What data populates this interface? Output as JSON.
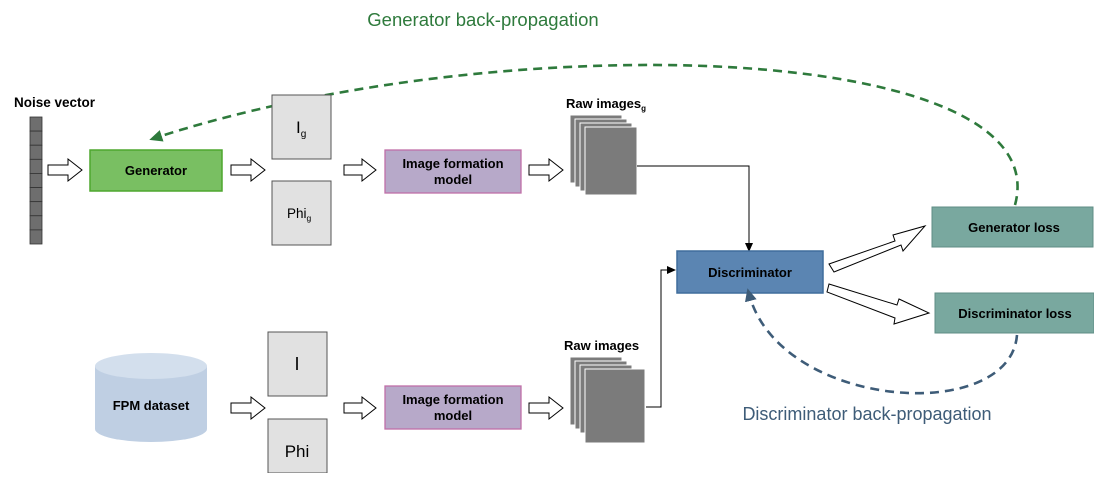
{
  "top_feedback_label": "Generator back-propagation",
  "bottom_feedback_label": "Discriminator back-propagation",
  "noise_vector_label": "Noise vector",
  "generator_label": "Generator",
  "ig_label": "I",
  "ig_subscript": "g",
  "phig_label": "Phi",
  "phig_subscript": "g",
  "image_formation_top": [
    "Image formation",
    "model"
  ],
  "raw_images_g_label": "Raw images",
  "raw_images_g_subscript": "g",
  "discriminator_label": "Discriminator",
  "generator_loss_label": "Generator loss",
  "discriminator_loss_label": "Discriminator loss",
  "fpm_dataset_label": "FPM dataset",
  "i_label": "I",
  "phi_label": "Phi",
  "image_formation_bottom": [
    "Image formation",
    "model"
  ],
  "raw_images_label": "Raw images",
  "colors": {
    "generator_fill": "#79bf62",
    "generator_stroke": "#4ea72e",
    "image_formation_fill": "#b7a9c9",
    "image_formation_stroke": "#c06fa8",
    "discriminator_fill": "#5b85b2",
    "discriminator_stroke": "#3f6d9c",
    "loss_fill": "#79a89f",
    "raw_image_fill": "#7b7b7b",
    "box_fill": "#e1e1e1",
    "dataset_fill": "#bfcfe3",
    "noise_fill": "#6e6e6e",
    "top_feedback_color": "#2e7a3c",
    "bottom_feedback_color": "#3e5c78"
  }
}
